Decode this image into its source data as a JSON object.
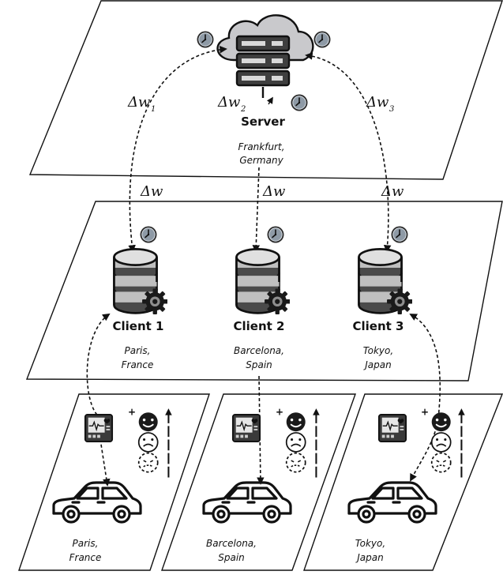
{
  "server": {
    "label": "Server",
    "city_line1": "Frankfurt,",
    "city_line2": "Germany",
    "w_symbol": "Δw",
    "subs": [
      "1",
      "2",
      "3"
    ]
  },
  "delta_label": "Δw",
  "clients": [
    {
      "label": "Client 1",
      "city_line1": "Paris,",
      "city_line2": "France"
    },
    {
      "label": "Client 2",
      "city_line1": "Barcelona,",
      "city_line2": "Spain"
    },
    {
      "label": "Client 3",
      "city_line1": "Tokyo,",
      "city_line2": "Japan"
    }
  ],
  "vehicles": [
    {
      "city_line1": "Paris,",
      "city_line2": "France"
    },
    {
      "city_line1": "Barcelona,",
      "city_line2": "Spain"
    },
    {
      "city_line1": "Tokyo,",
      "city_line2": "Japan"
    }
  ],
  "mood_plus": "+",
  "icons": {
    "clock": "clock-icon",
    "server": "cloud-server-icon",
    "database": "database-gear-icon",
    "monitor": "health-monitor-icon",
    "mood": "mood-faces-icon",
    "car": "car-icon"
  },
  "colors": {
    "line": "#111111",
    "server_fill": "#c9c9cc",
    "db_dark": "#4a4a4a",
    "db_light": "#bfbfbf",
    "clock_fill": "#8e9aa6"
  }
}
